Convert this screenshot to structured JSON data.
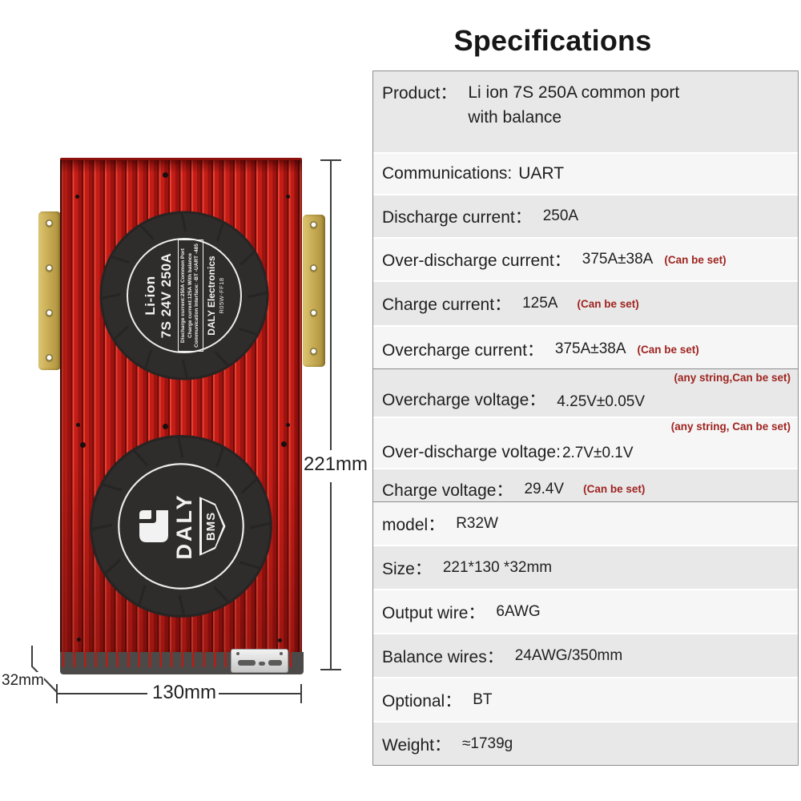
{
  "title": "Specifications",
  "colors": {
    "board_red": "#c31d16",
    "gold_plate": "#c3a64f",
    "note_red": "#9e2420",
    "row_shaded": "#e8e8e8",
    "row_light": "#f6f6f6"
  },
  "dimensions": {
    "height": "221mm",
    "width": "130mm",
    "depth": "32mm"
  },
  "board": {
    "top_label": {
      "chemistry": "Li-ion",
      "rating": "7S 24V 250A",
      "spec_line1": "Discharge current:250A   Common Port",
      "spec_line2": "Charge current:125A    With balance",
      "spec_line3": "Communication Interface: -BT -UART -485",
      "brand": "DALY Electronics",
      "code": "R05W-FF18"
    },
    "logo": {
      "brand": "DALY",
      "badge": "BMS"
    }
  },
  "spec_table": {
    "sections": [
      {
        "rows": [
          {
            "label": "Product：",
            "value": "Li ion 7S 250A common port",
            "value_line2": "with balance"
          },
          {
            "label": "Communications:",
            "value": "UART"
          },
          {
            "label": "Discharge current：",
            "value": "250A"
          },
          {
            "label": "Over-discharge current：",
            "value": "375A±38A",
            "note": "(Can be set)"
          },
          {
            "label": "Charge current：",
            "value": "125A",
            "note": "(Can be set)"
          },
          {
            "label": "Overcharge current：",
            "value": "375A±38A",
            "note": "(Can be set)"
          }
        ]
      },
      {
        "rows": [
          {
            "label": "Overcharge voltage：",
            "value": "4.25V±0.05V",
            "note": "(any string,Can be set)"
          },
          {
            "label": "Over-discharge voltage:",
            "value": "2.7V±0.1V",
            "note": "(any string, Can be set)"
          },
          {
            "label": "Charge voltage：",
            "value": "29.4V",
            "note": "(Can be set)"
          }
        ]
      },
      {
        "rows": [
          {
            "label": "model：",
            "value": "R32W"
          },
          {
            "label": "Size：",
            "value": "221*130 *32mm"
          },
          {
            "label": "Output wire：",
            "value": "6AWG"
          },
          {
            "label": "Balance wires：",
            "value": "24AWG/350mm"
          },
          {
            "label": "Optional：",
            "value": "BT"
          },
          {
            "label": "Weight：",
            "value": "≈1739g"
          }
        ]
      }
    ]
  }
}
